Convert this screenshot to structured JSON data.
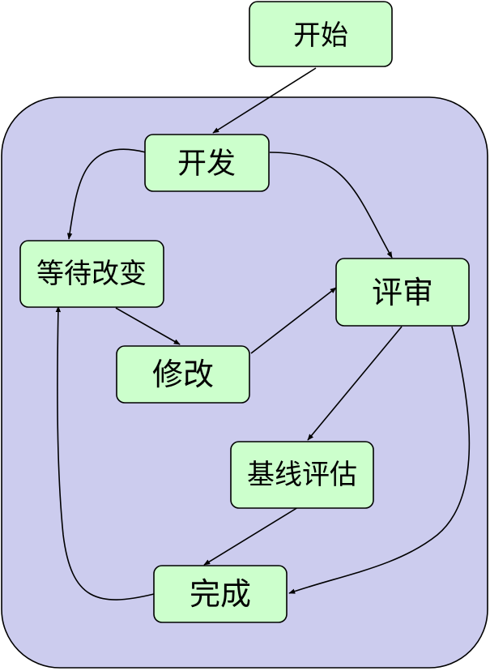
{
  "colors": {
    "node_fill": "#ccffcc",
    "container_fill": "#ccccee",
    "stroke": "#000000"
  },
  "nodes": {
    "start": "开始",
    "develop": "开发",
    "wait_change": "等待改变",
    "review": "评审",
    "modify": "修改",
    "baseline": "基线评估",
    "done": "完成"
  }
}
